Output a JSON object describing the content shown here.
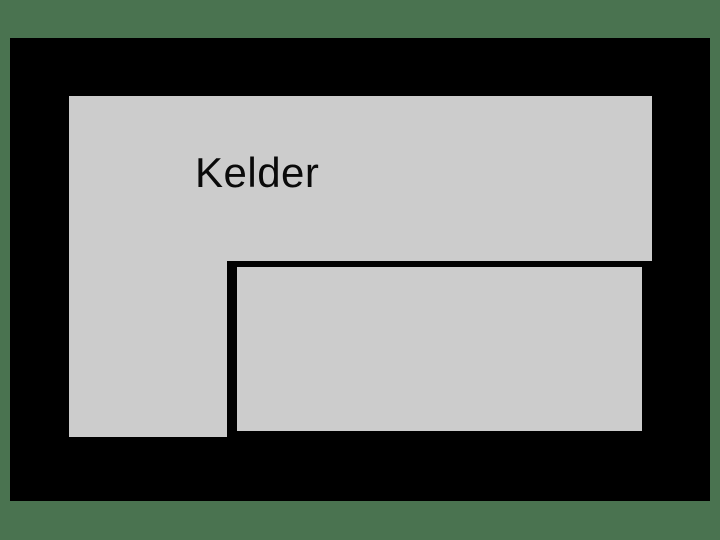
{
  "plan": {
    "title": "Kelder",
    "background_color": "#4a7350",
    "frame_color": "#000000",
    "room_fill_color": "#cccccc",
    "outline_color": "#000000",
    "rooms": [
      {
        "name": "Kelder",
        "label": "Kelder",
        "fill": "#cccccc"
      }
    ],
    "subarea": {
      "name": "dashed-subarea",
      "style": "dashed",
      "label": ""
    }
  }
}
